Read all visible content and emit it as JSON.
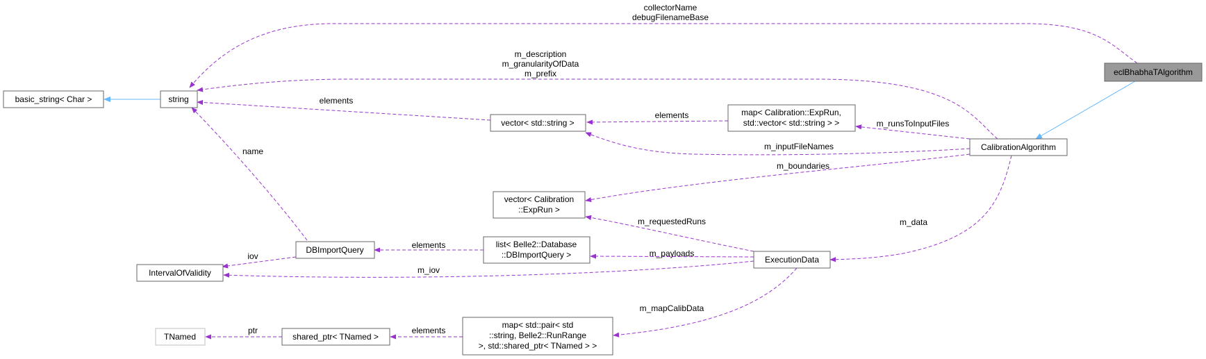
{
  "nodes": {
    "focus": [
      "eclBhabhaTAlgorithm"
    ],
    "calibration_algorithm": [
      "CalibrationAlgorithm"
    ],
    "string": [
      "string"
    ],
    "basic_string": [
      "basic_string< Char >"
    ],
    "vector_string": [
      "vector< std::string >"
    ],
    "map_exprun": [
      "map< Calibration::ExpRun,",
      "std::vector< std::string > >"
    ],
    "vector_exprun": [
      "vector< Calibration",
      "::ExpRun >"
    ],
    "db_import_query": [
      "DBImportQuery"
    ],
    "list_db": [
      "list< Belle2::Database",
      "::DBImportQuery >"
    ],
    "execution_data": [
      "ExecutionData"
    ],
    "interval_of_validity": [
      "IntervalOfValidity"
    ],
    "tnamed": [
      "TNamed"
    ],
    "shared_ptr": [
      "shared_ptr< TNamed >"
    ],
    "map_calib": [
      "map< std::pair< std",
      "::string, Belle2::RunRange",
      ">, std::shared_ptr< TNamed > >"
    ]
  },
  "edge_labels": {
    "collector": [
      "collectorName",
      "debugFilenameBase"
    ],
    "description": [
      "m_description",
      "m_granularityOfData",
      "m_prefix"
    ],
    "elements_string": "elements",
    "elements_map": "elements",
    "runs_to_input_files": "m_runsToInputFiles",
    "input_file_names": "m_inputFileNames",
    "boundaries": "m_boundaries",
    "name": "name",
    "data": "m_data",
    "requested_runs": "m_requestedRuns",
    "elements_list": "elements",
    "payloads": "m_payloads",
    "iov": "iov",
    "m_iov": "m_iov",
    "map_calib_data": "m_mapCalibData",
    "elements_shared": "elements",
    "ptr": "ptr"
  },
  "colors": {
    "usage_edge": "#9a32cd",
    "inheritance_edge": "#63b8ff",
    "focus_fill": "#999999",
    "node_border": "#666666"
  }
}
